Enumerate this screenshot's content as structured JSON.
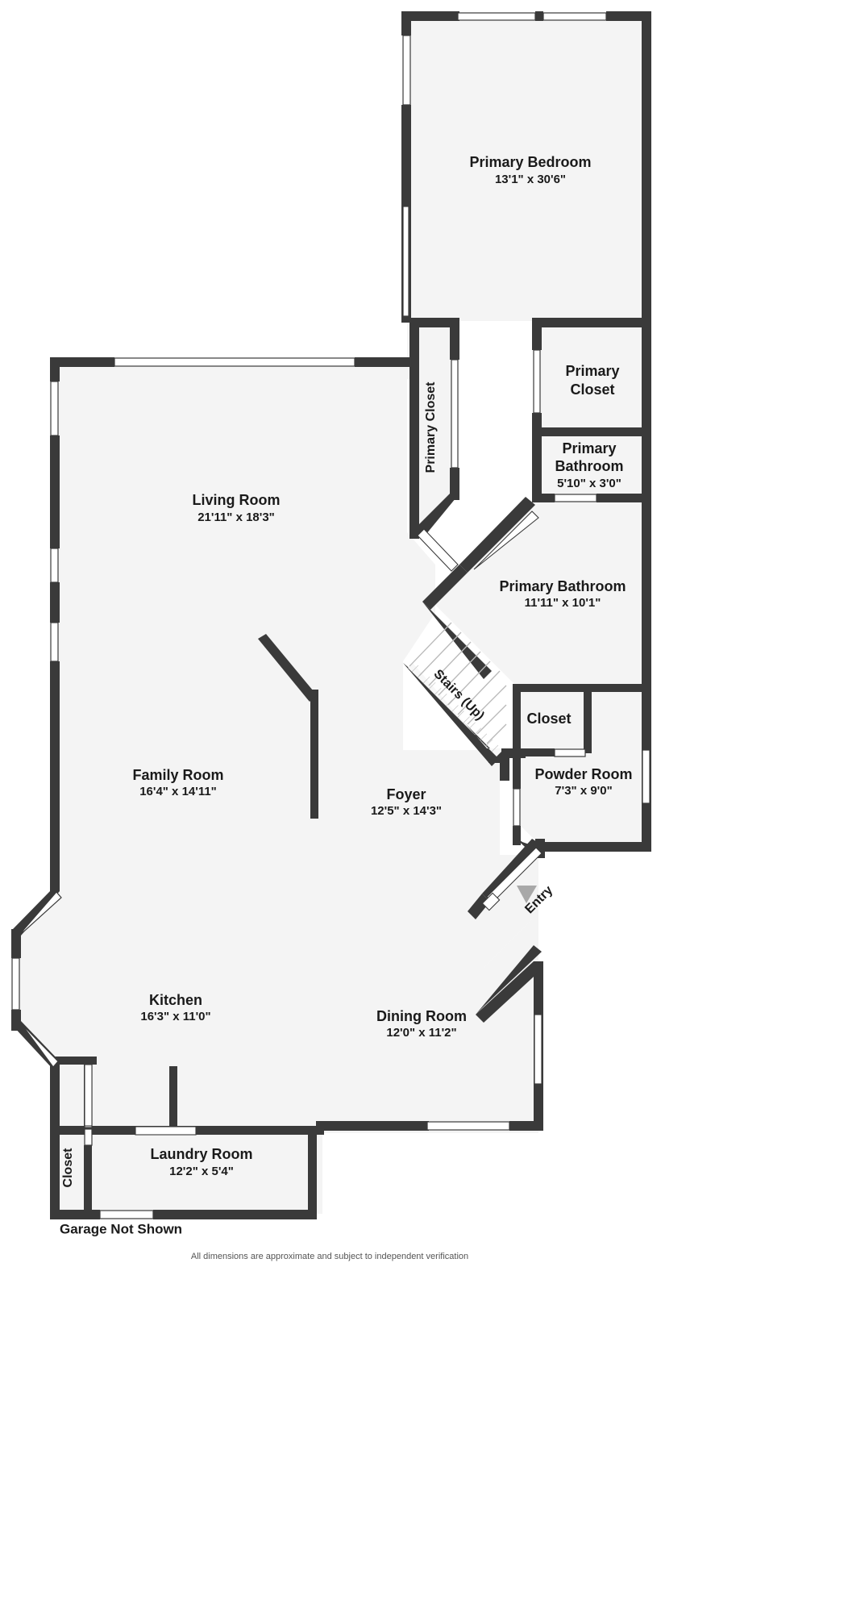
{
  "document": {
    "type": "floor-plan",
    "footer_note": "All dimensions are approximate and subject to independent verification",
    "garage_note": "Garage Not Shown",
    "entry_label": "Entry",
    "stairs_label": "Stairs (Up)"
  },
  "colors": {
    "wall": "#3a3a3a",
    "room_fill": "#f4f4f4",
    "window": "#ffffff",
    "page_background": "#ffffff",
    "text": "#1a1a1a",
    "stair_hatch": "#b9b9b9",
    "entry_arrow": "#a8a8a8",
    "footer_text": "#555555"
  },
  "rooms": [
    {
      "id": "primary-bedroom",
      "name": "Primary Bedroom",
      "dimensions": "13'1\" x 30'6\""
    },
    {
      "id": "living-room",
      "name": "Living Room",
      "dimensions": "21'11\" x 18'3\""
    },
    {
      "id": "primary-closet-v",
      "name": "Primary Closet",
      "dimensions": ""
    },
    {
      "id": "primary-closet-r",
      "name": "Primary Closet",
      "dimensions": ""
    },
    {
      "id": "primary-bath-sm",
      "name": "Primary Bathroom",
      "dimensions": "5'10\" x 3'0\""
    },
    {
      "id": "primary-bath-lg",
      "name": "Primary Bathroom",
      "dimensions": "11'11\" x 10'1\""
    },
    {
      "id": "family-room",
      "name": "Family Room",
      "dimensions": "16'4\" x 14'11\""
    },
    {
      "id": "foyer",
      "name": "Foyer",
      "dimensions": "12'5\" x 14'3\""
    },
    {
      "id": "closet-powder",
      "name": "Closet",
      "dimensions": ""
    },
    {
      "id": "powder-room",
      "name": "Powder Room",
      "dimensions": "7'3\" x 9'0\""
    },
    {
      "id": "kitchen",
      "name": "Kitchen",
      "dimensions": "16'3\" x 11'0\""
    },
    {
      "id": "dining-room",
      "name": "Dining Room",
      "dimensions": "12'0\" x 11'2\""
    },
    {
      "id": "laundry-room",
      "name": "Laundry Room",
      "dimensions": "12'2\" x 5'4\""
    },
    {
      "id": "closet-laundry",
      "name": "Closet",
      "dimensions": ""
    }
  ],
  "labels": {
    "primary_bedroom_name": "Primary Bedroom",
    "primary_bedroom_dim": "13'1\" x 30'6\"",
    "living_room_name": "Living Room",
    "living_room_dim": "21'11\" x 18'3\"",
    "primary_closet_vertical": "Primary Closet",
    "primary_closet_r_line1": "Primary",
    "primary_closet_r_line2": "Closet",
    "primary_bath_sm_line1": "Primary",
    "primary_bath_sm_line2": "Bathroom",
    "primary_bath_sm_dim": "5'10\" x 3'0\"",
    "primary_bath_lg_name": "Primary Bathroom",
    "primary_bath_lg_dim": "11'11\" x 10'1\"",
    "family_room_name": "Family Room",
    "family_room_dim": "16'4\" x 14'11\"",
    "foyer_name": "Foyer",
    "foyer_dim": "12'5\" x 14'3\"",
    "closet_powder_name": "Closet",
    "powder_room_name": "Powder Room",
    "powder_room_dim": "7'3\" x 9'0\"",
    "kitchen_name": "Kitchen",
    "kitchen_dim": "16'3\" x 11'0\"",
    "dining_room_name": "Dining Room",
    "dining_room_dim": "12'0\" x 11'2\"",
    "laundry_room_name": "Laundry Room",
    "laundry_room_dim": "12'2\" x 5'4\"",
    "closet_laundry_name": "Closet",
    "stairs": "Stairs (Up)",
    "entry": "Entry",
    "garage": "Garage Not Shown",
    "footer": "All dimensions are approximate and subject to independent verification"
  }
}
